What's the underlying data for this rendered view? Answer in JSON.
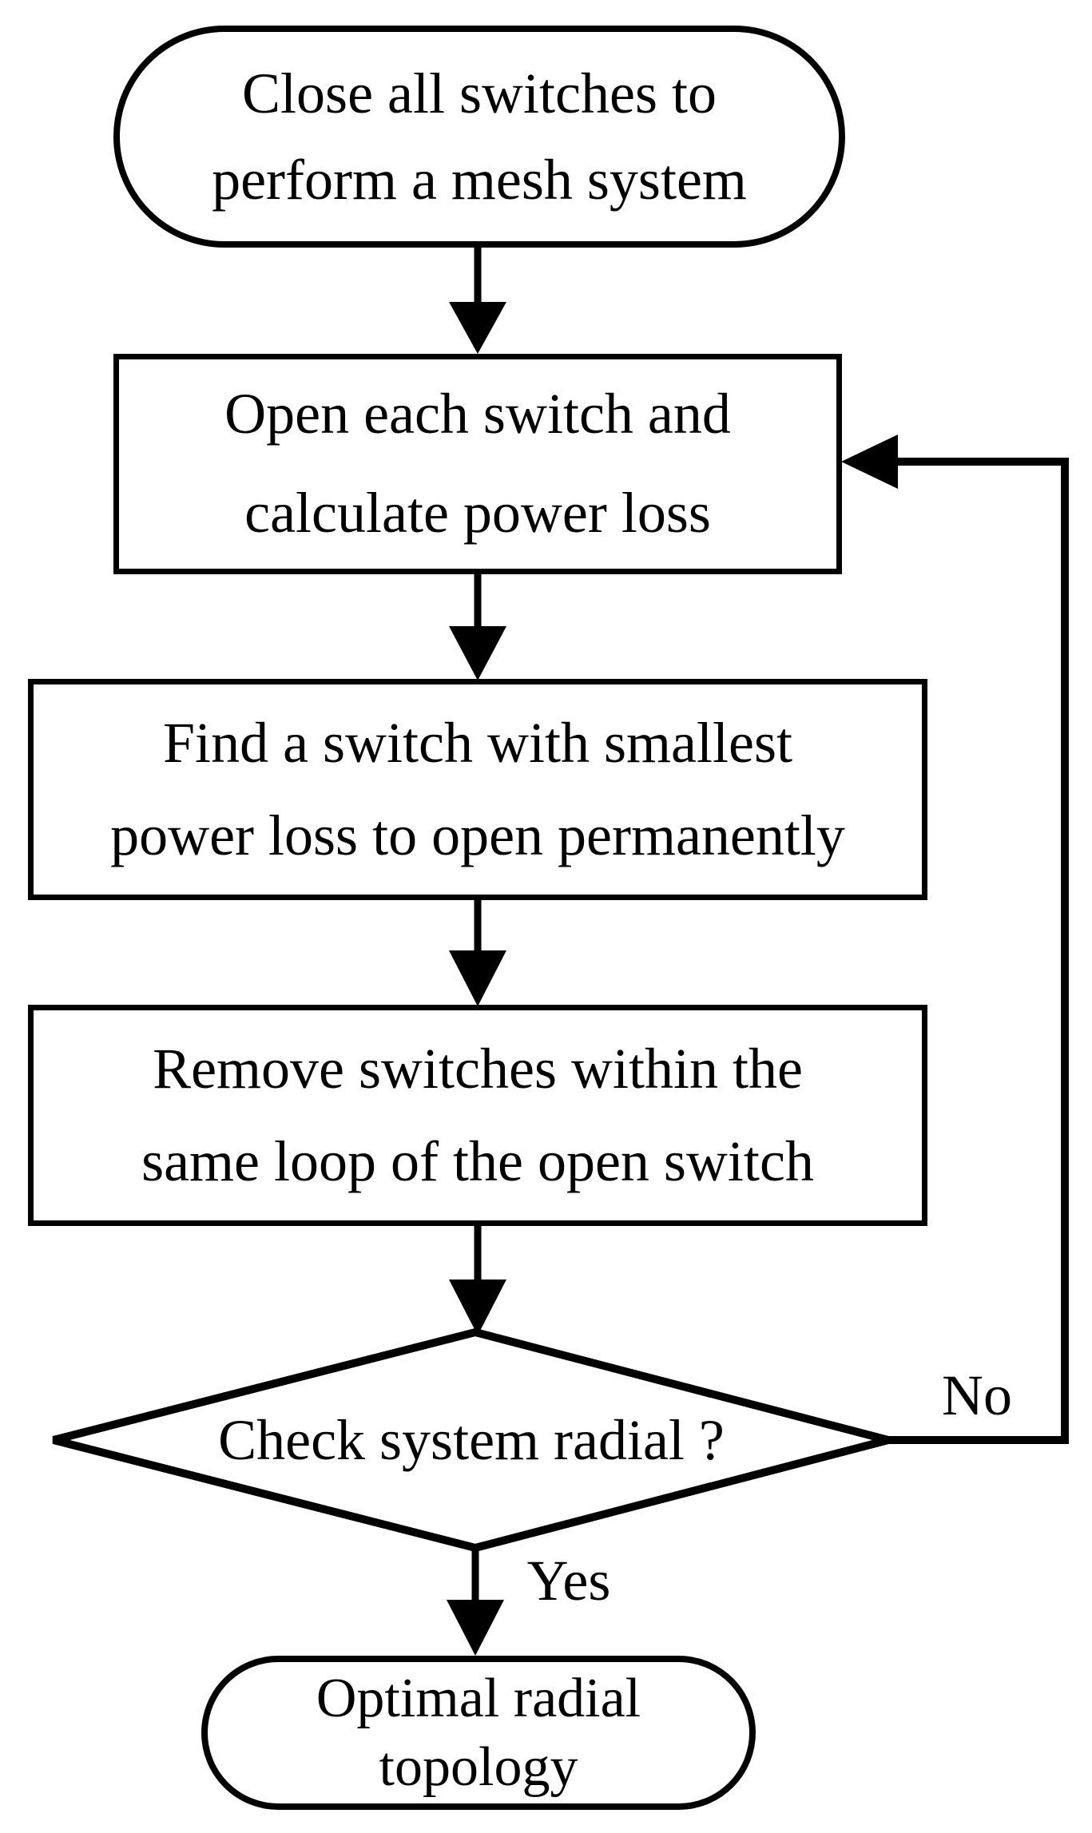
{
  "flowchart": {
    "background_color": "#ffffff",
    "stroke_color": "#000000",
    "text_color": "#000000",
    "nodes": {
      "start": {
        "type": "terminator",
        "line1": "Close all switches to",
        "line2": "perform a mesh system"
      },
      "open_switch": {
        "type": "process",
        "line1": "Open each switch and",
        "line2": "calculate power loss"
      },
      "find_switch": {
        "type": "process",
        "line1": "Find a switch with smallest",
        "line2": "power loss to open permanently"
      },
      "remove_switches": {
        "type": "process",
        "line1": "Remove switches within the",
        "line2": "same loop of the open switch"
      },
      "decision": {
        "type": "decision",
        "label": "Check system radial ?"
      },
      "end": {
        "type": "terminator",
        "line1": "Optimal radial",
        "line2": "topology"
      }
    },
    "edge_labels": {
      "no": "No",
      "yes": "Yes"
    }
  }
}
